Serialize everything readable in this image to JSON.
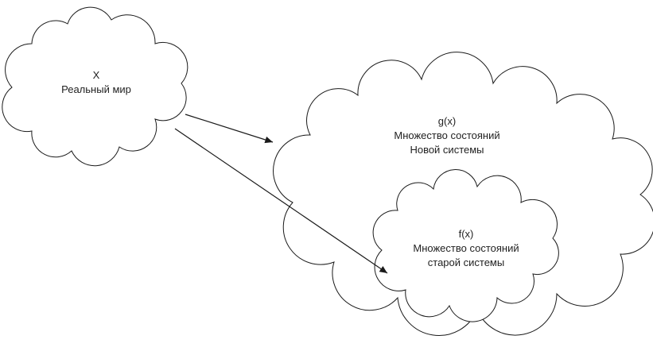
{
  "diagram": {
    "title": "set-mapping-cloud-diagram",
    "left_cloud": {
      "line1": "X",
      "line2": "Реальный мир"
    },
    "big_cloud": {
      "line1": "g(x)",
      "line2": "Множество состояний",
      "line3": "Новой системы"
    },
    "inner_cloud": {
      "line1": "f(x)",
      "line2": "Множество состояний",
      "line3": "старой системы"
    },
    "colors": {
      "stroke": "#1a1a1a",
      "fill": "#ffffff",
      "background": "#ffffff",
      "text": "#222222"
    }
  }
}
